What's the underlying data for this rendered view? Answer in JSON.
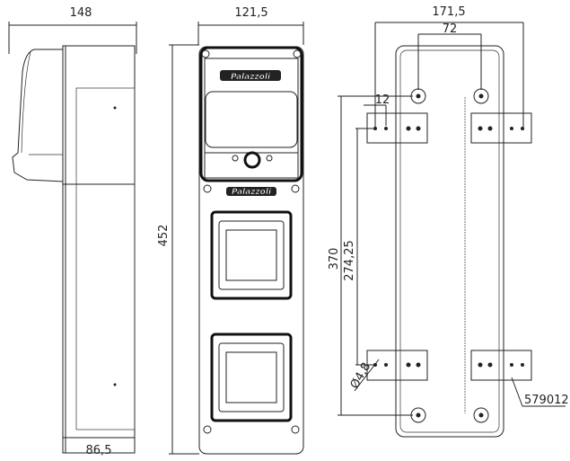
{
  "brand": "Palazzoli",
  "side_view": {
    "width_label": "148",
    "depth_label": "86,5"
  },
  "front_view": {
    "width_label": "121,5",
    "height_label": "452"
  },
  "back_view": {
    "width_label": "171,5",
    "hole_spacing_label": "72",
    "offset_label": "12",
    "height_label": "370",
    "bracket_spacing_label": "274,25",
    "hole_diameter_label": "Ø4,8",
    "part_number": "579012"
  }
}
